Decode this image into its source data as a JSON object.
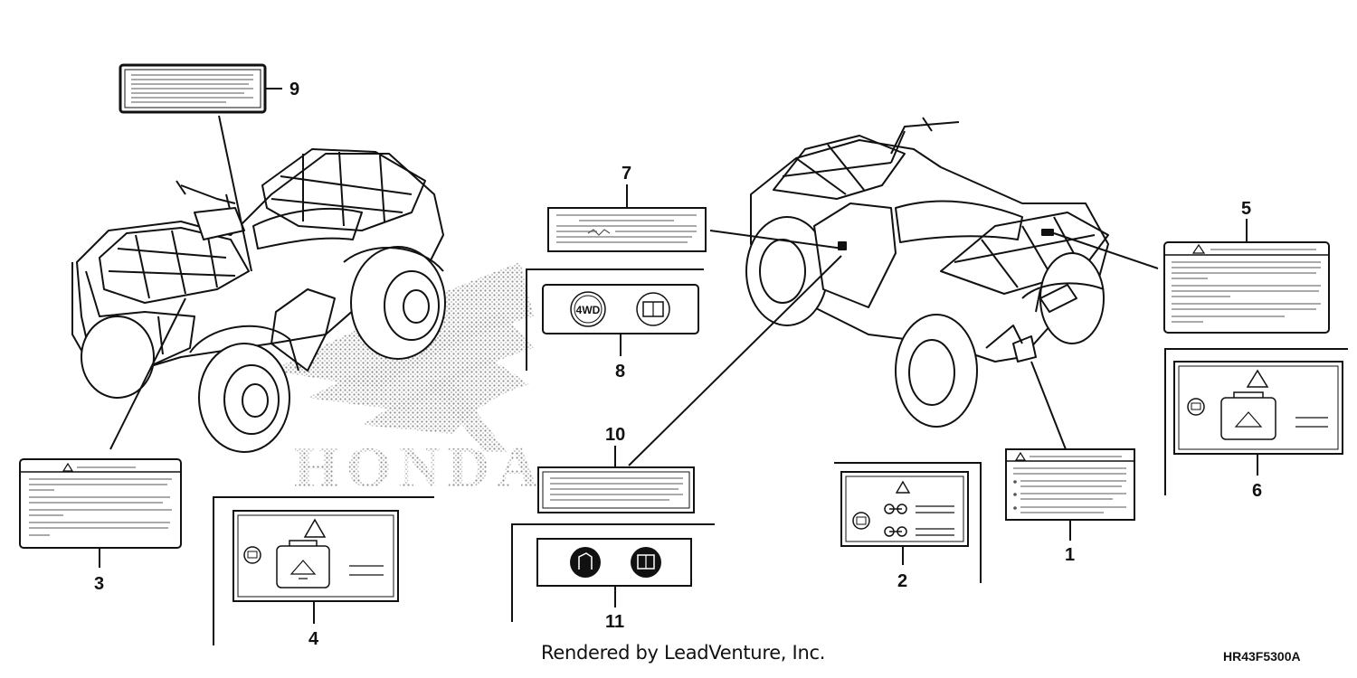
{
  "callouts": {
    "c1": "1",
    "c2": "2",
    "c3": "3",
    "c4": "4",
    "c5": "5",
    "c6": "6",
    "c7": "7",
    "c8": "8",
    "c9": "9",
    "c10": "10",
    "c11": "11"
  },
  "watermark": "HONDA",
  "badges": {
    "four_wd": "4WD"
  },
  "footer": {
    "credit": "Rendered by LeadVenture, Inc.",
    "diagram_code": "HR43F5300A"
  },
  "colors": {
    "ink": "#111111",
    "watermark": "#9a9a9a",
    "label_fill": "#ffffff"
  }
}
